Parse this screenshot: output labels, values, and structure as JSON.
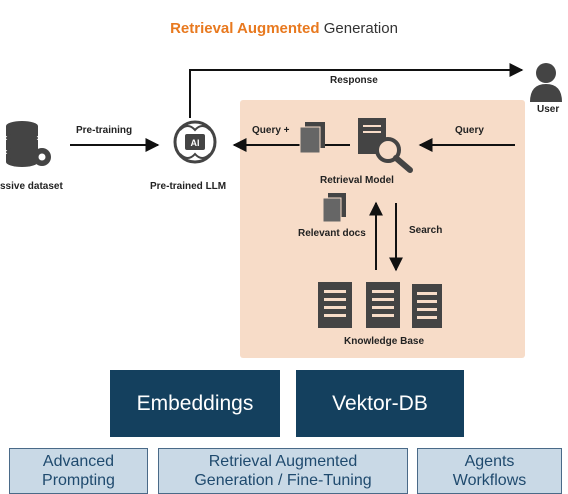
{
  "title": {
    "accent": "Retrieval Augmented",
    "rest": "Generation"
  },
  "diagram": {
    "response": "Response",
    "user": "User",
    "pretraining": "Pre-training",
    "dataset": "ssive dataset",
    "llm": "Pre-trained LLM",
    "llm_chip": "AI",
    "query_plus": "Query +",
    "query": "Query",
    "retrieval_model": "Retrieval Model",
    "relevant_docs": "Relevant docs",
    "search": "Search",
    "knowledge_base": "Knowledge Base"
  },
  "bottom": {
    "row1": [
      "Embeddings",
      "Vektor-DB"
    ],
    "row2": [
      {
        "line1": "Advanced",
        "line2": "Prompting"
      },
      {
        "line1": "Retrieval Augmented",
        "line2": "Generation / Fine-Tuning"
      },
      {
        "line1": "Agents",
        "line2": "Workflows"
      }
    ]
  },
  "colors": {
    "accent": "#e8791f",
    "panel": "#f7dcc8",
    "dark_box": "#14405e",
    "light_box": "#c9d9e6"
  }
}
